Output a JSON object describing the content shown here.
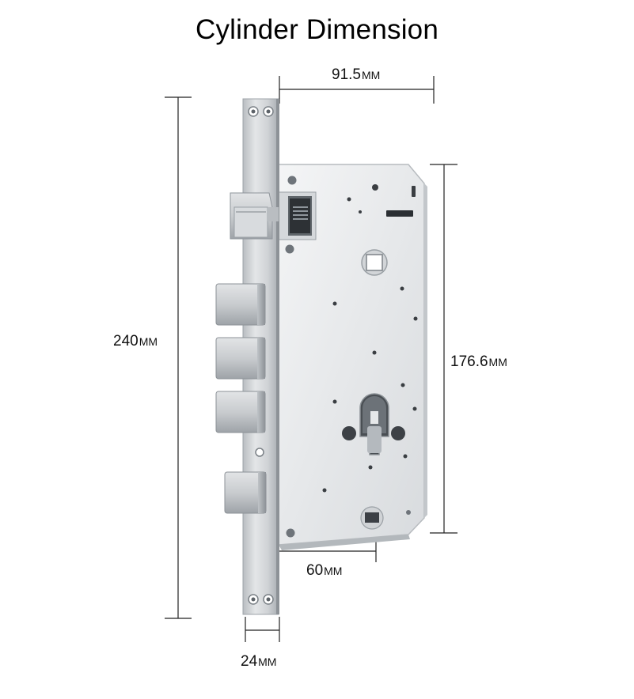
{
  "title": "Cylinder Dimension",
  "dimensions": {
    "depth": {
      "value": "91.5",
      "unit": "MM"
    },
    "height": {
      "value": "240",
      "unit": "MM"
    },
    "case": {
      "value": "176.6",
      "unit": "MM"
    },
    "backset": {
      "value": "60",
      "unit": "MM"
    },
    "faceplate": {
      "value": "24",
      "unit": "MM"
    }
  },
  "colors": {
    "dimension_line": "#222222",
    "steel_light": "#e9ebee",
    "steel_mid": "#c4c8cc",
    "steel_dark": "#8f959b"
  }
}
